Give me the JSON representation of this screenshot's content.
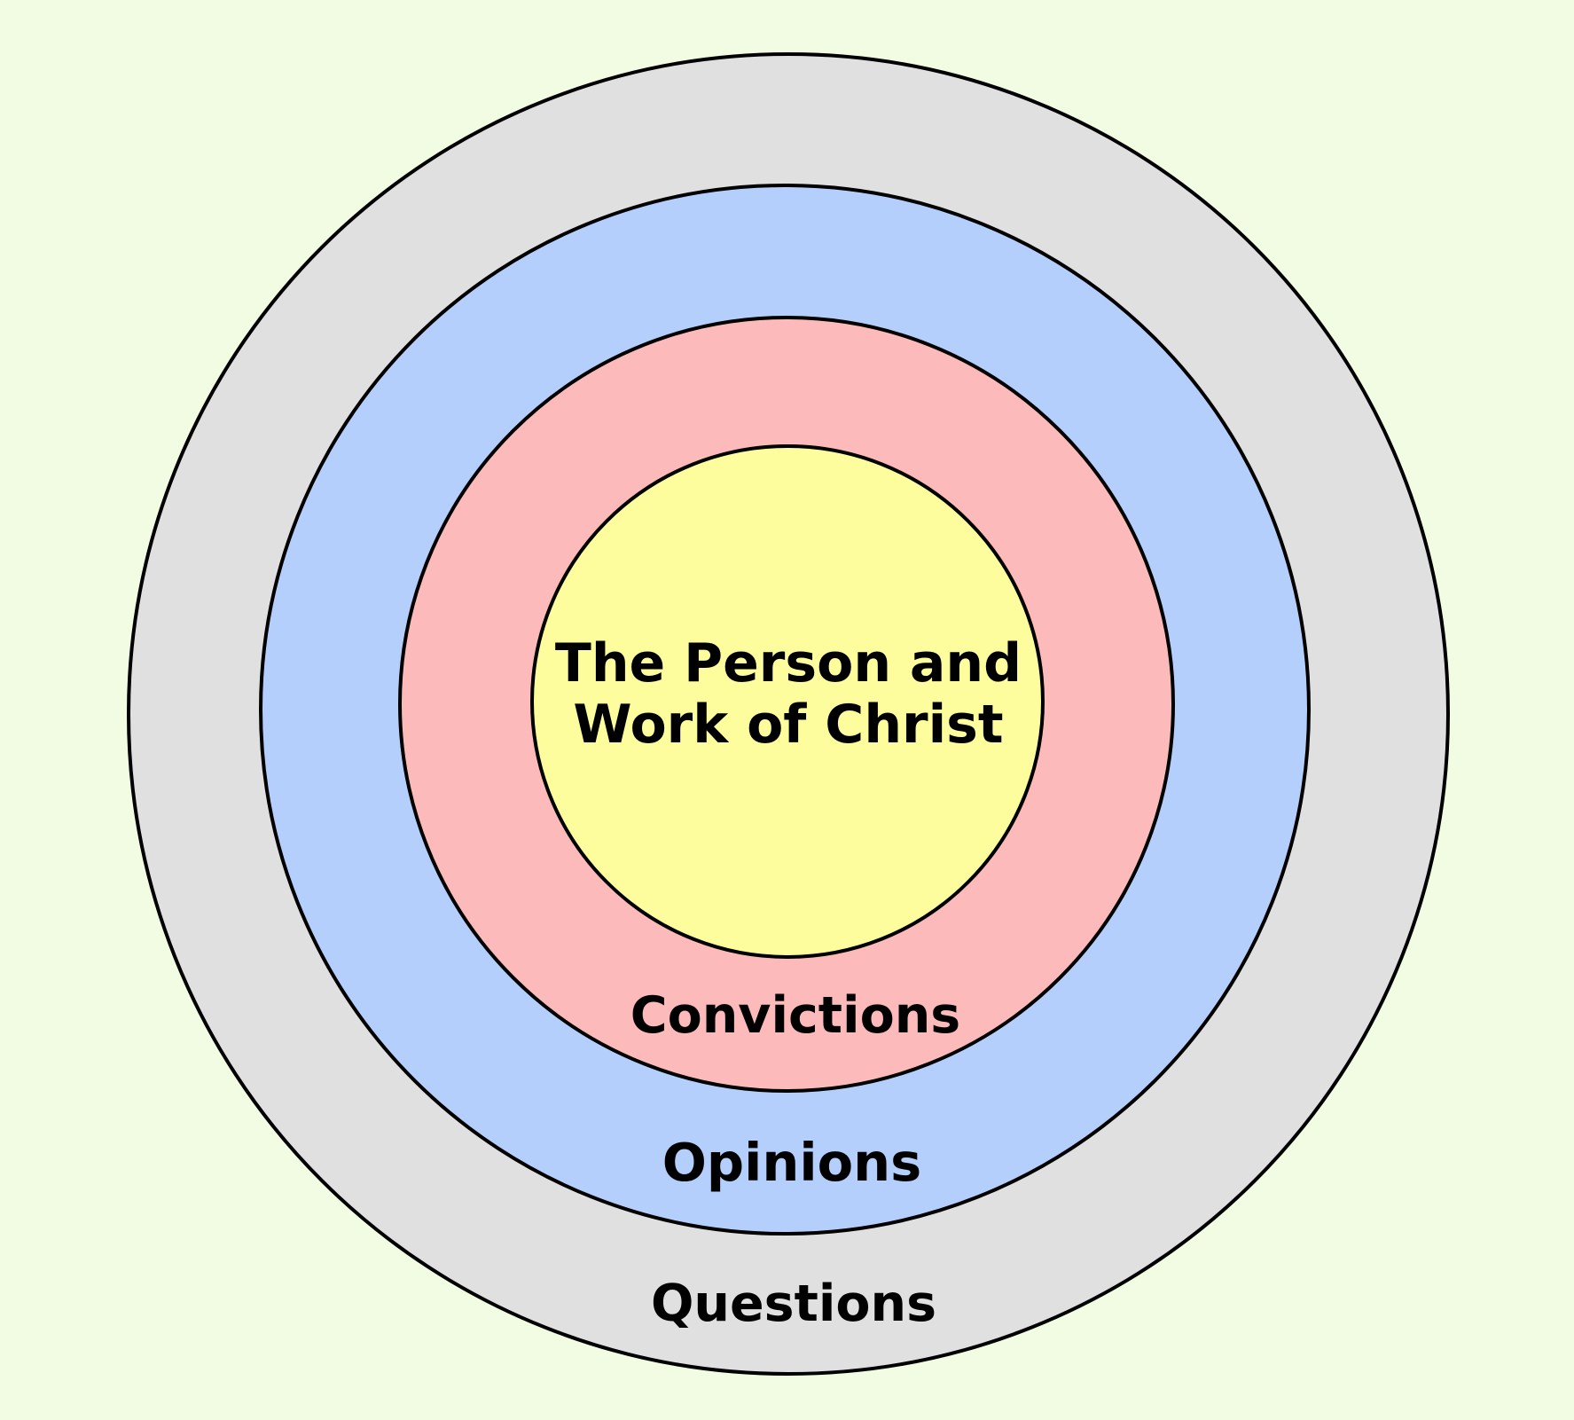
{
  "background_color": "#f2fce3",
  "rings": [
    {
      "id": "questions",
      "label": "Questions",
      "fill": "#e0e0e0"
    },
    {
      "id": "opinions",
      "label": "Opinions",
      "fill": "#b5cffd"
    },
    {
      "id": "convictions",
      "label": "Convictions",
      "fill": "#fdbabb"
    },
    {
      "id": "core",
      "label_lines": [
        "The Person and",
        "Work of Christ"
      ],
      "fill": "#fdfd9d"
    }
  ]
}
